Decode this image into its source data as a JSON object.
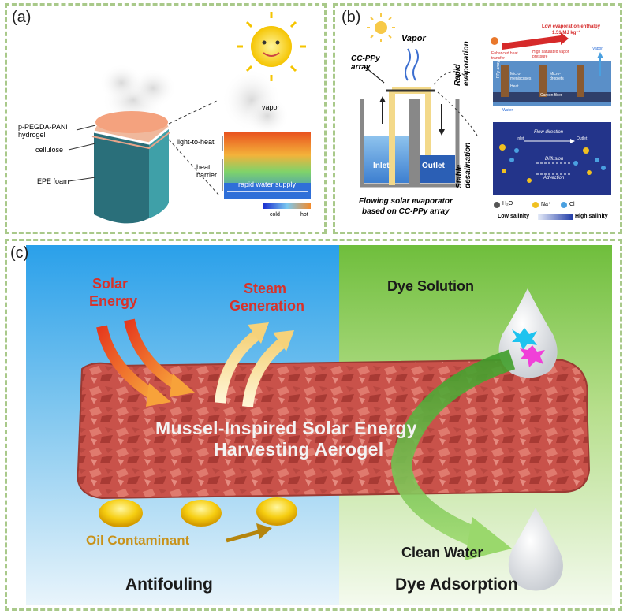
{
  "panels": {
    "a": {
      "label": "(a)",
      "layers": [
        "p-PEGDA-PANi hydrogel",
        "cellulose",
        "EPE foam"
      ],
      "vapor": "vapor",
      "light_to_heat": "light-to-heat",
      "heat_barrier": "heat barrier",
      "water_supply": "rapid water supply",
      "scale_cold": "cold",
      "scale_hot": "hot"
    },
    "b": {
      "label": "(b)",
      "vapor": "Vapor",
      "array": "CC-PPy array",
      "inlet": "Inlet",
      "outlet": "Outlet",
      "caption_line1": "Flowing solar evaporator",
      "caption_line2": "based on CC-PPy array",
      "rapid_evaporation": "Rapid evaporation",
      "stable_desalination": "Stable desalination",
      "low_enthalpy_line1": "Low evaporation enthalpy",
      "low_enthalpy_line2": "1.51 MJ kg⁻¹",
      "enhanced_heat": "Enhanced heat transfer",
      "high_pressure": "High saturated vapor pressure",
      "vapor_small": "Vapor",
      "ppy_array": "PPy array",
      "micro_meniscus": "Micro-meniscuses",
      "micro_droplets": "Micro-droplets",
      "heat": "Heat",
      "carbon_fiber": "Carbon fiber",
      "water": "Water",
      "flow_direction": "Flow direction",
      "inlet_small": "Inlet",
      "outlet_small": "Outlet",
      "diffusion": "Diffusion",
      "advection": "Advection",
      "legend_h2o": "H₂O",
      "legend_na": "Na⁺",
      "legend_cl": "Cl⁻",
      "low_salinity": "Low salinity",
      "high_salinity": "High salinity"
    },
    "c": {
      "label": "(c)",
      "solar_line1": "Solar",
      "solar_line2": "Energy",
      "steam_line1": "Steam",
      "steam_line2": "Generation",
      "dye_solution": "Dye Solution",
      "aerogel_line1": "Mussel-Inspired Solar Energy",
      "aerogel_line2": "Harvesting Aerogel",
      "oil": "Oil Contaminant",
      "clean_water": "Clean Water",
      "antifouling": "Antifouling",
      "dye_adsorption": "Dye Adsorption"
    }
  },
  "colors": {
    "panel_border": "#a9c98a",
    "blue_bg": "#3aa5e6",
    "green_bg": "#8cc84f",
    "aerogel": "#c9524a",
    "label_red": "#d8322a",
    "oil_text": "#c8921a"
  }
}
